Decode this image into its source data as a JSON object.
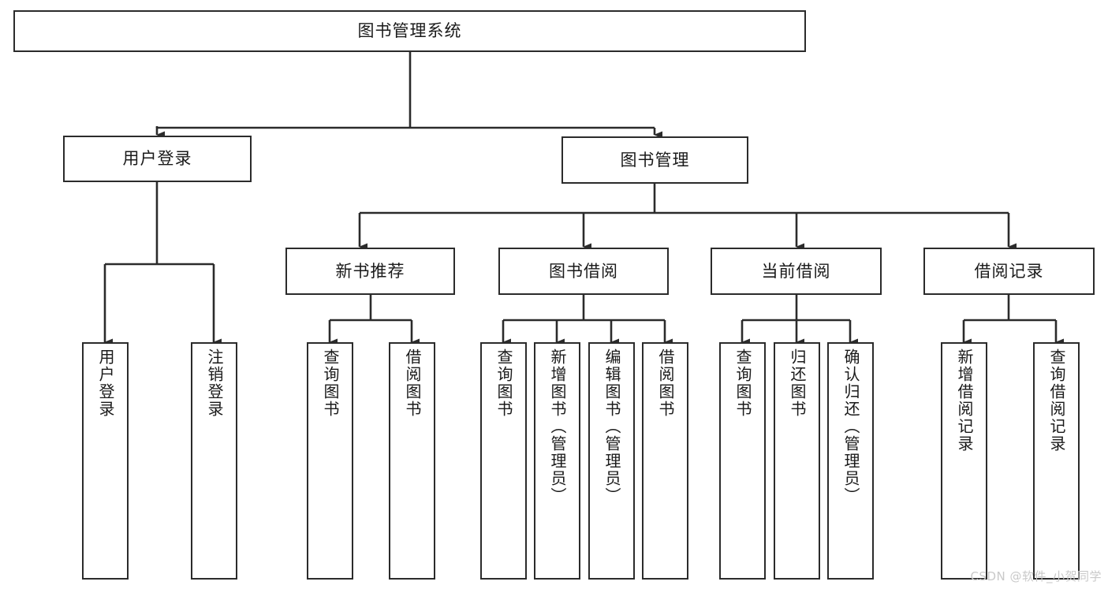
{
  "diagram": {
    "type": "tree-hierarchy-chart",
    "title": "图书管理系统",
    "watermark": "CSDN @软件_小贺同学",
    "colors": {
      "stroke": "#2b2b2b",
      "fill": "#ffffff",
      "text": "#1a1a1a",
      "watermark": "#c9c9c9"
    },
    "levels": {
      "level0": [
        {
          "id": "root",
          "label": "图书管理系统"
        }
      ],
      "level1": [
        {
          "id": "user-login",
          "label": "用户登录"
        },
        {
          "id": "book-manage",
          "label": "图书管理"
        }
      ],
      "level2": [
        {
          "id": "new-book-recommend",
          "label": "新书推荐"
        },
        {
          "id": "book-borrow",
          "label": "图书借阅"
        },
        {
          "id": "current-borrow",
          "label": "当前借阅"
        },
        {
          "id": "borrow-record",
          "label": "借阅记录"
        }
      ],
      "level3": [
        {
          "id": "leaf-user-login",
          "label": "用户登录",
          "parent": "user-login"
        },
        {
          "id": "leaf-logout-login",
          "label": "注销登录",
          "parent": "user-login"
        },
        {
          "id": "leaf-query-book-1",
          "label": "查询图书",
          "parent": "new-book-recommend"
        },
        {
          "id": "leaf-borrow-book-1",
          "label": "借阅图书",
          "parent": "new-book-recommend"
        },
        {
          "id": "leaf-query-book-2",
          "label": "查询图书",
          "parent": "book-borrow"
        },
        {
          "id": "leaf-add-book",
          "label": "新增图书（管理员）",
          "parent": "book-borrow"
        },
        {
          "id": "leaf-edit-book",
          "label": "编辑图书（管理员）",
          "parent": "book-borrow"
        },
        {
          "id": "leaf-borrow-book-2",
          "label": "借阅图书",
          "parent": "book-borrow"
        },
        {
          "id": "leaf-query-book-3",
          "label": "查询图书",
          "parent": "current-borrow"
        },
        {
          "id": "leaf-return-book",
          "label": "归还图书",
          "parent": "current-borrow"
        },
        {
          "id": "leaf-confirm-return",
          "label": "确认归还（管理员）",
          "parent": "current-borrow"
        },
        {
          "id": "leaf-add-record",
          "label": "新增借阅记录",
          "parent": "borrow-record"
        },
        {
          "id": "leaf-query-record",
          "label": "查询借阅记录",
          "parent": "borrow-record"
        }
      ]
    }
  }
}
